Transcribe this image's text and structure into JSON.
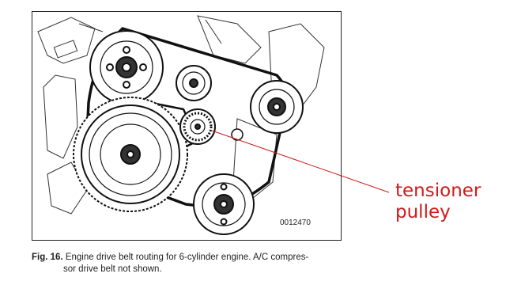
{
  "diagram": {
    "figure_code": "0012470",
    "callout": {
      "line1": "tensioner",
      "line2": "pulley",
      "color": "#d11a1a"
    }
  },
  "caption": {
    "number": "Fig. 16.",
    "line1": "Engine drive belt routing for 6-cylinder engine. A/C compres-",
    "line2": "sor drive belt not shown."
  }
}
